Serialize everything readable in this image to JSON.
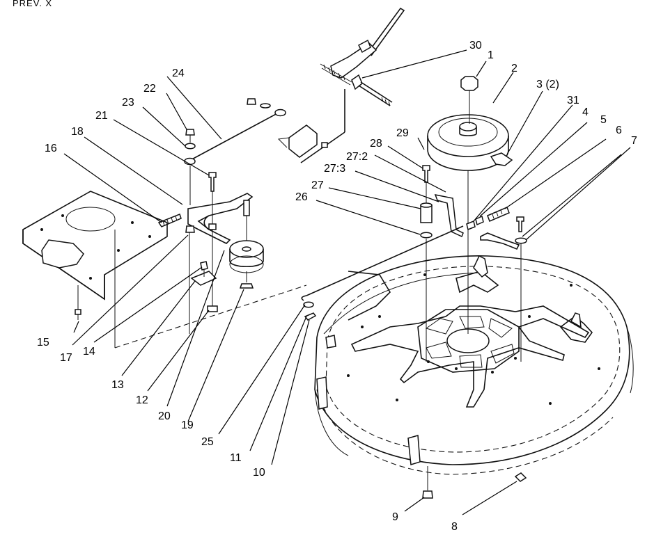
{
  "header_text": "PREV. X",
  "callouts": {
    "c1": "1",
    "c2": "2",
    "c3": "3 (2)",
    "c4": "4",
    "c5": "5",
    "c6": "6",
    "c7": "7",
    "c8": "8",
    "c9": "9",
    "c10": "10",
    "c11": "11",
    "c12": "12",
    "c13": "13",
    "c14": "14",
    "c15": "15",
    "c16": "16",
    "c17": "17",
    "c18": "18",
    "c19": "19",
    "c20": "20",
    "c21": "21",
    "c22": "22",
    "c23": "23",
    "c24": "24",
    "c25": "25",
    "c26": "26",
    "c27": "27",
    "c27_2": "27:2",
    "c27_3": "27:3",
    "c28": "28",
    "c29": "29",
    "c30": "30",
    "c31": "31"
  }
}
